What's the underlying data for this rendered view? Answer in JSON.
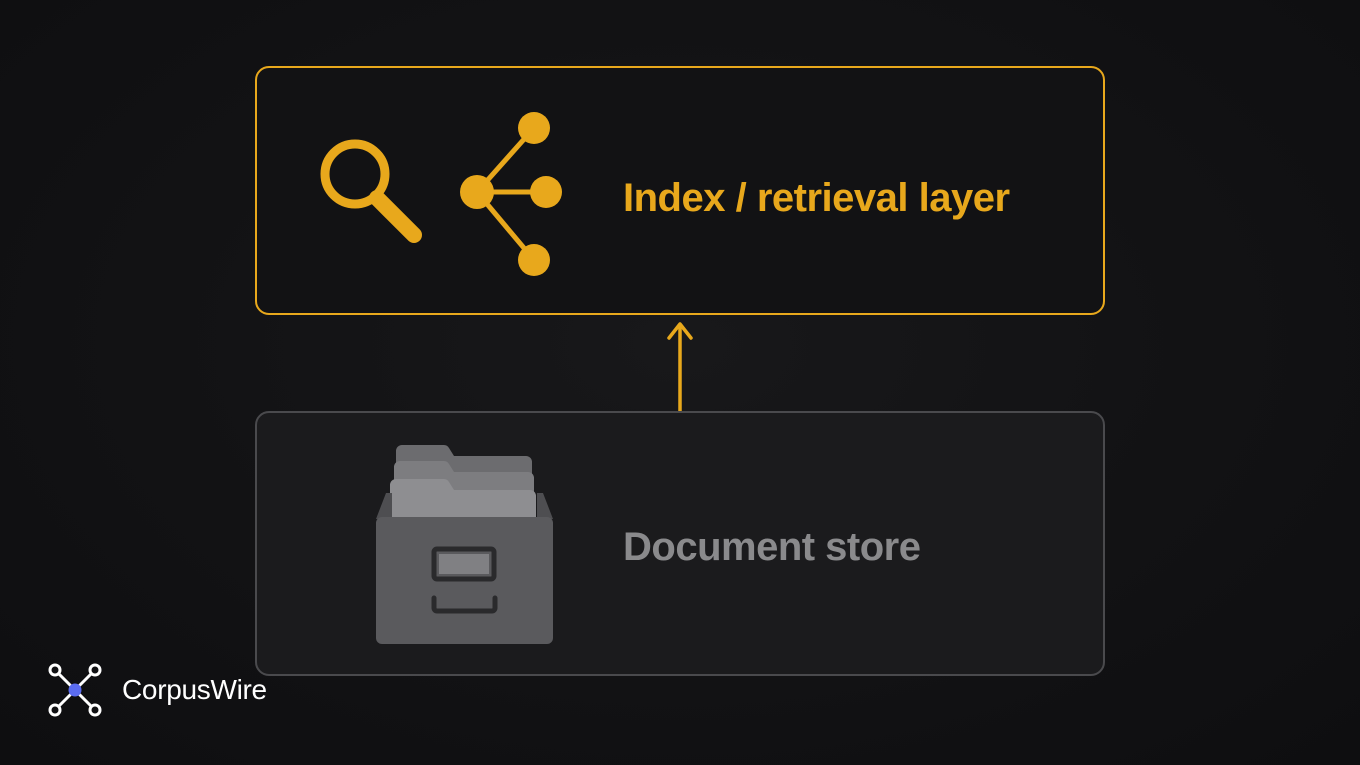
{
  "diagram": {
    "top_layer": {
      "label": "Index / retrieval layer",
      "icons": [
        "search-icon",
        "share-nodes-icon"
      ],
      "color": "#e8a81c"
    },
    "bottom_layer": {
      "label": "Document store",
      "icons": [
        "file-cabinet-icon"
      ],
      "color": "#8a8a8c"
    },
    "connector": {
      "direction": "up",
      "color": "#e8a81c"
    }
  },
  "brand": {
    "name": "CorpusWire",
    "logo_icon": "network-node-icon",
    "accent": "#5b6cf0"
  }
}
